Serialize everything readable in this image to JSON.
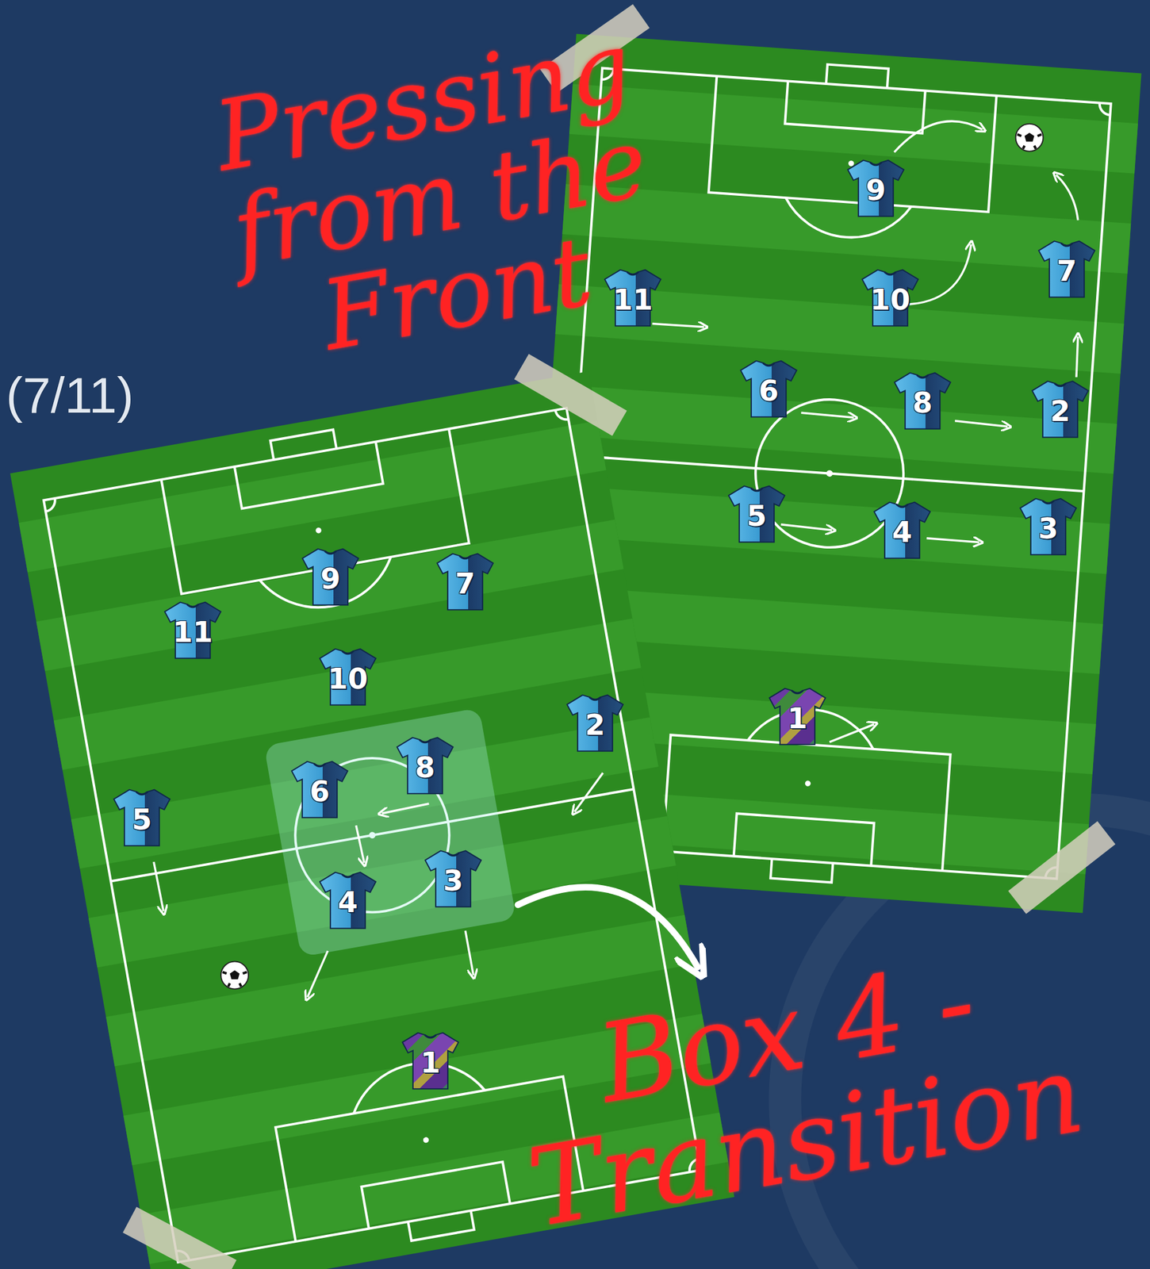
{
  "diagram": {
    "title": "Pressing from the Front",
    "nodes": [
      {
        "text": [
          "9"
        ]
      },
      {
        "text": [
          "7"
        ]
      },
      {
        "text": [
          "11"
        ]
      },
      {
        "text": [
          "10"
        ]
      },
      {
        "text": [
          "6"
        ]
      },
      {
        "text": [
          "8"
        ]
      },
      {
        "text": [
          "2"
        ]
      },
      {
        "text": [
          "5"
        ]
      },
      {
        "text": [
          "4"
        ]
      },
      {
        "text": [
          "3"
        ]
      },
      {
        "text": [
          "1"
        ]
      },
      {
        "text": [
          "9"
        ]
      },
      {
        "text": [
          "7"
        ]
      },
      {
        "text": [
          "11"
        ]
      },
      {
        "text": [
          "10"
        ]
      },
      {
        "text": [
          "2"
        ]
      },
      {
        "text": [
          "8"
        ]
      },
      {
        "text": [
          "6"
        ]
      },
      {
        "text": [
          "5"
        ]
      },
      {
        "text": [
          "3"
        ]
      },
      {
        "text": [
          "4"
        ]
      },
      {
        "text": [
          "1"
        ]
      }
    ],
    "labels": [
      "(7/11)",
      "Box 4 - Transition"
    ]
  }
}
